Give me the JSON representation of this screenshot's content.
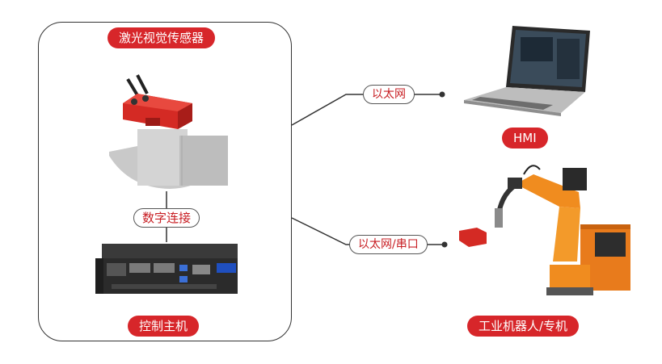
{
  "system": {
    "sensor_label": "激光视觉传感器",
    "digital_link_label": "数字连接",
    "host_label": "控制主机"
  },
  "connections": {
    "hmi_link_label": "以太网",
    "robot_link_label": "以太网/串口"
  },
  "devices": {
    "hmi_label": "HMI",
    "robot_label": "工业机器人/专机"
  },
  "colors": {
    "accent_red": "#d7262a",
    "line": "#333333"
  }
}
